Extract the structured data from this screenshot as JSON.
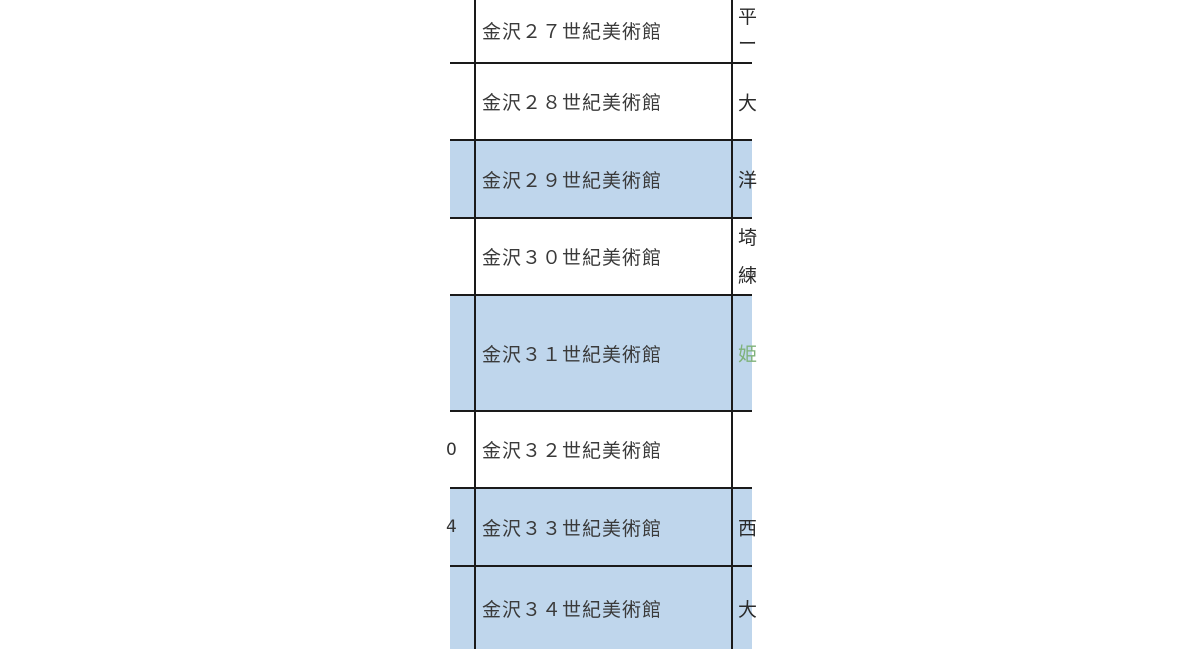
{
  "rows": [
    {
      "left": "",
      "name": "金沢２７世紀美術館",
      "right": [
        "平",
        "ー"
      ],
      "right_color": "",
      "shaded": false
    },
    {
      "left": "",
      "name": "金沢２８世紀美術館",
      "right": [
        "大"
      ],
      "right_color": "",
      "shaded": false
    },
    {
      "left": "",
      "name": "金沢２９世紀美術館",
      "right": [
        "洋"
      ],
      "right_color": "",
      "shaded": true
    },
    {
      "left": "",
      "name": "金沢３０世紀美術館",
      "right": [
        "埼",
        "練"
      ],
      "right_color": "",
      "shaded": false
    },
    {
      "left": "",
      "name": "金沢３１世紀美術館",
      "right": [
        "姫"
      ],
      "right_color": "#7fb27a",
      "shaded": true
    },
    {
      "left": "0",
      "name": "金沢３２世紀美術館",
      "right": [],
      "right_color": "",
      "shaded": false
    },
    {
      "left": "4",
      "name": "金沢３３世紀美術館",
      "right": [
        "西"
      ],
      "right_color": "",
      "shaded": true
    },
    {
      "left": "",
      "name": "金沢３４世紀美術館",
      "right": [
        "大"
      ],
      "right_color": "",
      "shaded": true
    }
  ],
  "colors": {
    "row_shade": "#bfd6ec",
    "grid_line": "#1a1a1a",
    "green_text": "#7fb27a"
  }
}
